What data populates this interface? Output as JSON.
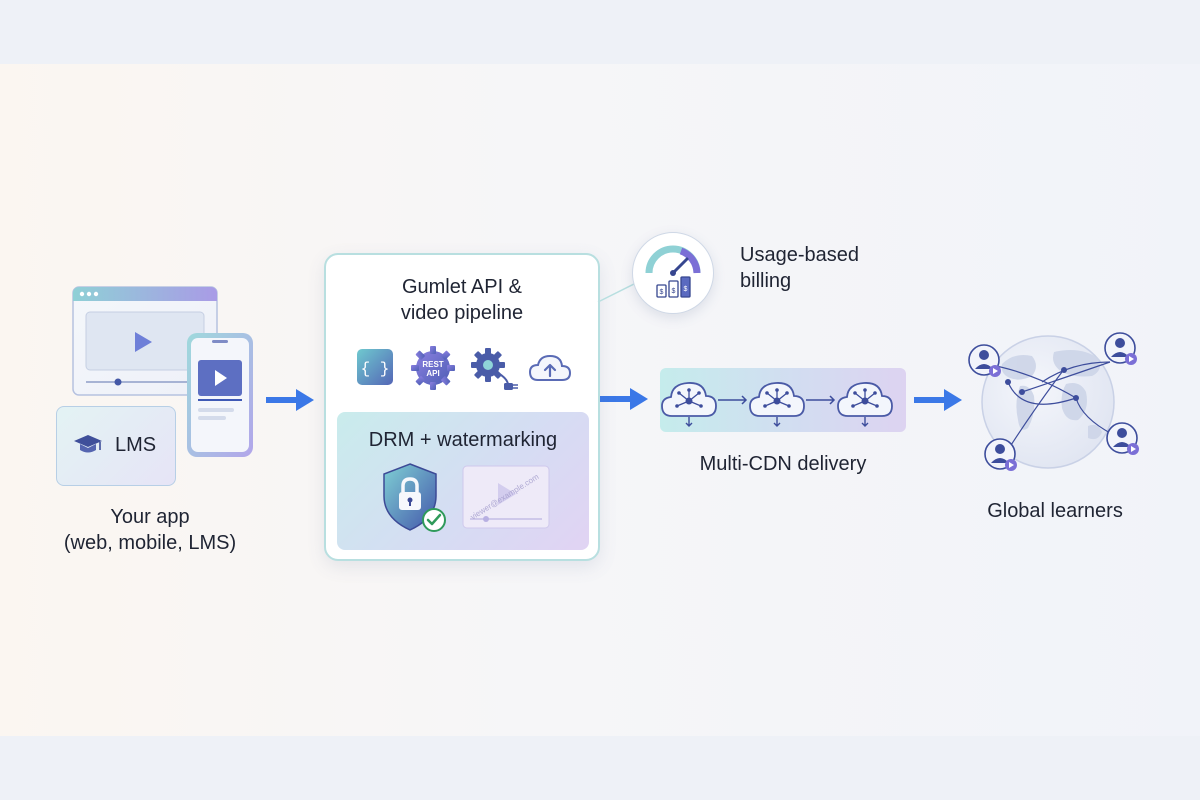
{
  "app_section": {
    "lms_label": "LMS",
    "caption_line1": "Your app",
    "caption_line2": "(web, mobile, LMS)"
  },
  "gumlet_card": {
    "title_line1": "Gumlet API &",
    "title_line2": "video pipeline",
    "icons": [
      "code-braces-icon",
      "rest-api-gear-icon",
      "gear-plug-icon",
      "cloud-upload-icon"
    ],
    "rest_text_1": "REST",
    "rest_text_2": "API",
    "code_text": "{ }",
    "drm_title": "DRM + watermarking",
    "watermark_text": "viewer@example.com"
  },
  "billing": {
    "label_line1": "Usage-based",
    "label_line2": "billing"
  },
  "cdn": {
    "label": "Multi-CDN delivery",
    "cloud_count": 3
  },
  "learners": {
    "label": "Global learners"
  },
  "colors": {
    "arrow_blue": "#3b78e7",
    "accent_purple": "#7b6fd6",
    "accent_teal": "#5cc2c2",
    "navy": "#36468f"
  }
}
